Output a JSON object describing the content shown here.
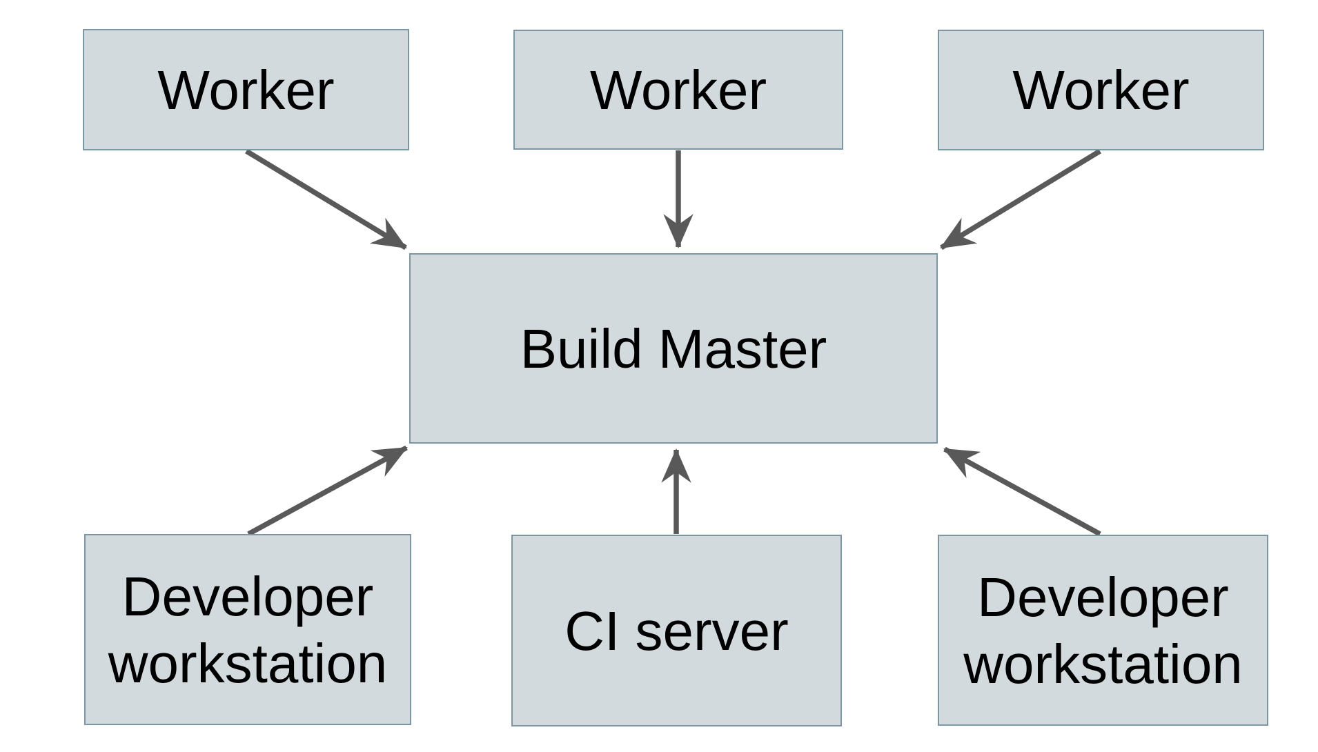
{
  "diagram": {
    "colors": {
      "background": "#ffffff",
      "node_fill": "#d3dadd",
      "node_border": "#7d96a3",
      "arrow": "#595959",
      "text": "#000000"
    },
    "nodes": [
      {
        "id": "worker-1",
        "label": "Worker"
      },
      {
        "id": "worker-2",
        "label": "Worker"
      },
      {
        "id": "worker-3",
        "label": "Worker"
      },
      {
        "id": "build-master",
        "label": "Build Master"
      },
      {
        "id": "developer-workstation-left",
        "label": "Developer workstation"
      },
      {
        "id": "ci-server",
        "label": "CI server"
      },
      {
        "id": "developer-workstation-right",
        "label": "Developer workstation"
      }
    ],
    "edges": [
      {
        "from": "worker-1",
        "to": "build-master"
      },
      {
        "from": "worker-2",
        "to": "build-master"
      },
      {
        "from": "worker-3",
        "to": "build-master"
      },
      {
        "from": "developer-workstation-left",
        "to": "build-master"
      },
      {
        "from": "ci-server",
        "to": "build-master"
      },
      {
        "from": "developer-workstation-right",
        "to": "build-master"
      }
    ]
  }
}
